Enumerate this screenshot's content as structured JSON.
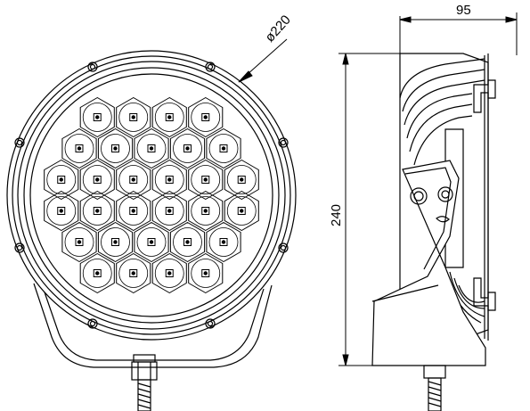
{
  "dimensions": {
    "diameter_label": "ø220",
    "depth_label": "95",
    "height_label": "240"
  },
  "led_rows": [
    4,
    5,
    6,
    6,
    5,
    4
  ],
  "colors": {
    "line": "#000000",
    "background": "#ffffff"
  }
}
